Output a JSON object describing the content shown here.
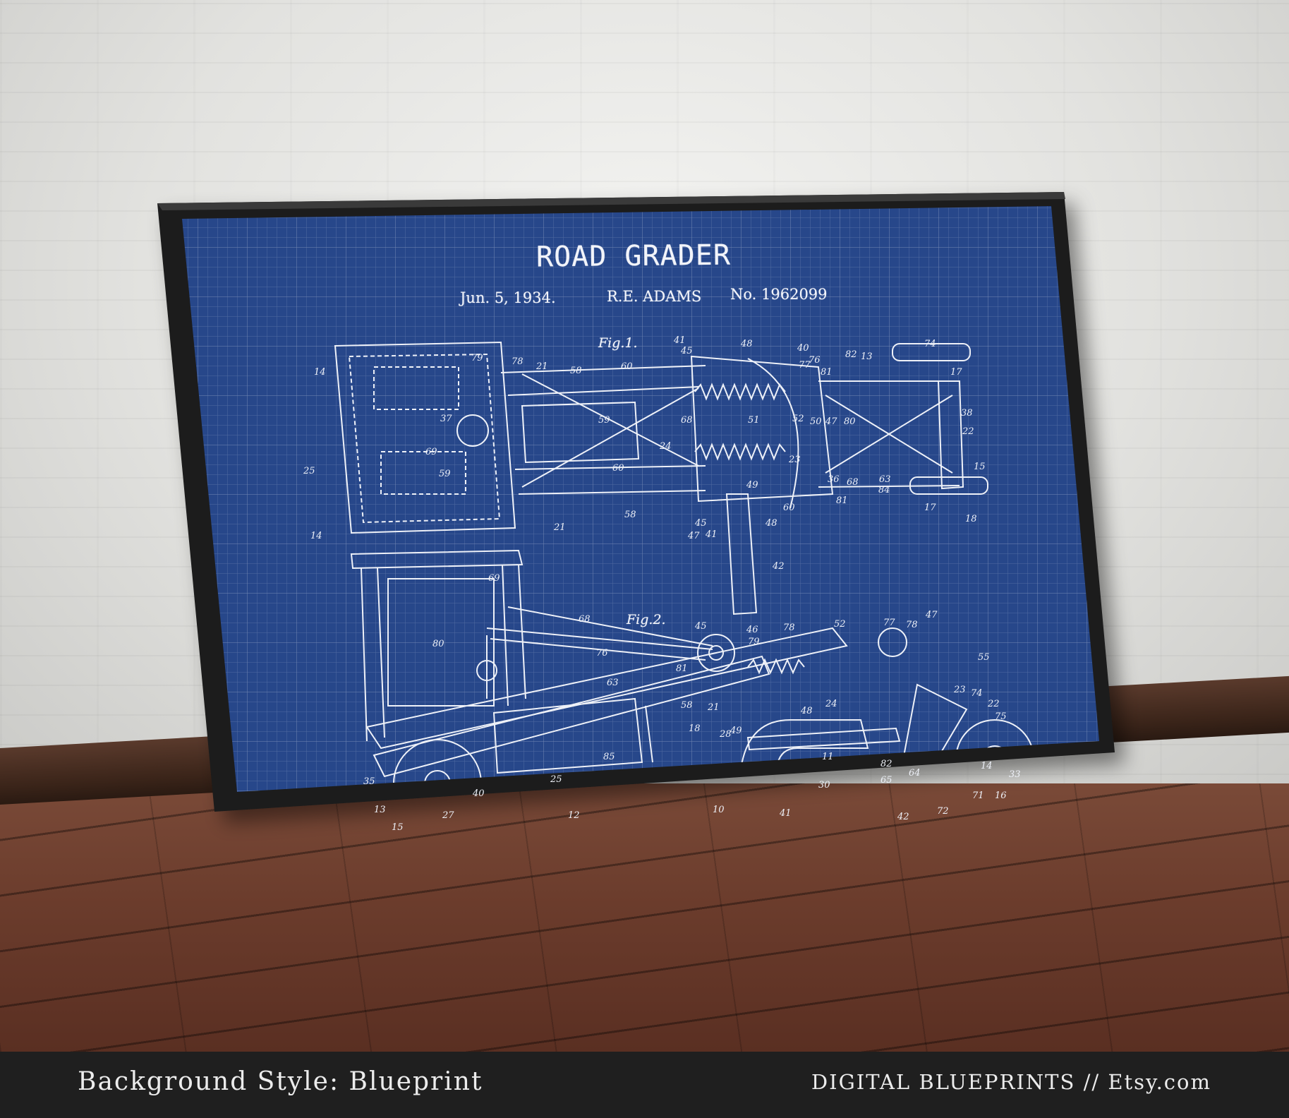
{
  "blueprint": {
    "title": "ROAD GRADER",
    "date": "Jun. 5, 1934.",
    "inventor": "R.E. ADAMS",
    "number": "No. 1962099",
    "fig1_label": "Fig.1.",
    "fig2_label": "Fig.2.",
    "fig1_refs": [
      "14",
      "79",
      "78",
      "21",
      "58",
      "60",
      "41",
      "45",
      "48",
      "40",
      "77",
      "76",
      "81",
      "82",
      "13",
      "74",
      "17",
      "37",
      "59",
      "68",
      "51",
      "52",
      "50",
      "47",
      "80",
      "38",
      "22",
      "69",
      "24",
      "25",
      "59",
      "60",
      "23",
      "36",
      "68",
      "63",
      "15",
      "49",
      "21",
      "58",
      "60",
      "81",
      "84",
      "17",
      "18",
      "14",
      "45",
      "47",
      "41",
      "48",
      "42"
    ],
    "fig2_refs": [
      "69",
      "68",
      "45",
      "46",
      "78",
      "52",
      "77",
      "80",
      "76",
      "79",
      "78",
      "47",
      "81",
      "63",
      "58",
      "21",
      "24",
      "55",
      "23",
      "74",
      "22",
      "75",
      "18",
      "28",
      "49",
      "48",
      "35",
      "25",
      "85",
      "11",
      "82",
      "64",
      "65",
      "33",
      "30",
      "40",
      "13",
      "27",
      "12",
      "10",
      "41",
      "42",
      "72",
      "71",
      "16",
      "15",
      "14"
    ]
  },
  "caption": {
    "left": "Background Style: Blueprint",
    "right": "DIGITAL BLUEPRINTS // Etsy.com"
  },
  "colors": {
    "blueprint_blue": "#27478a",
    "frame": "#1b1b1b",
    "line": "#f2f4fa"
  }
}
